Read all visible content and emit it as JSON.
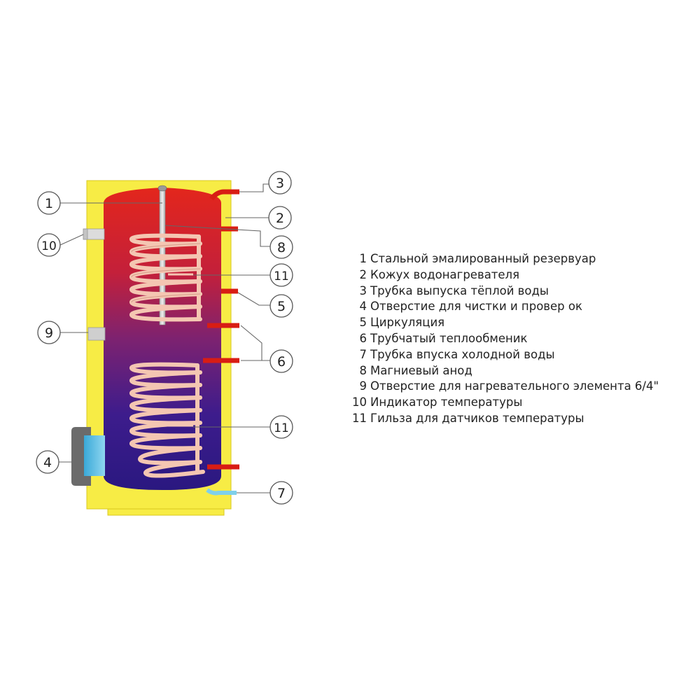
{
  "callouts": [
    {
      "num": "1"
    },
    {
      "num": "2"
    },
    {
      "num": "3"
    },
    {
      "num": "4"
    },
    {
      "num": "5"
    },
    {
      "num": "6"
    },
    {
      "num": "7"
    },
    {
      "num": "8"
    },
    {
      "num": "9"
    },
    {
      "num": "10"
    },
    {
      "num": "11"
    },
    {
      "num": "11"
    }
  ],
  "legend": [
    {
      "num": "1",
      "text": "Стальной эмалированный резервуар"
    },
    {
      "num": "2",
      "text": "Кожух водонагревателя"
    },
    {
      "num": "3",
      "text": "Трубка выпуска тёплой воды"
    },
    {
      "num": "4",
      "text": "Отверстие для чистки и провер ок"
    },
    {
      "num": "5",
      "text": "Циркуляция"
    },
    {
      "num": "6",
      "text": "Трубчатый теплообменик"
    },
    {
      "num": "7",
      "text": "Трубка впуска холодной воды"
    },
    {
      "num": "8",
      "text": "Магниевый анод"
    },
    {
      "num": "9",
      "text": "Отверстие для нагревательного элемента 6/4\""
    },
    {
      "num": "10",
      "text": "Индикатор температуры"
    },
    {
      "num": "11",
      "text": "Гильза для датчиков температуры"
    }
  ],
  "colors": {
    "casing": "#f7ec45",
    "tank_top": "#e0261c",
    "tank_bottom": "#2a1a8c",
    "pipe": "#d81d14",
    "coil": "#f4c6b2",
    "cold_inlet": "#7fd0ea"
  }
}
